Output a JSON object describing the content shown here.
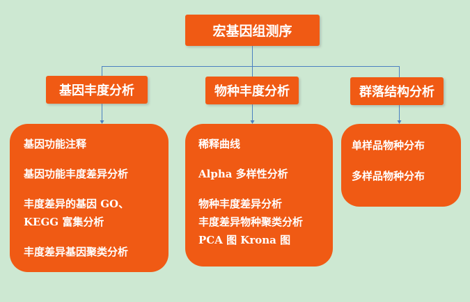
{
  "root": {
    "title": "宏基因组测序"
  },
  "branches": [
    {
      "title": "基因丰度分析",
      "items": [
        "基因功能注释",
        "基因功能丰度差异分析",
        "丰度差异的基因 GO、",
        "KEGG 富集分析",
        "丰度差异基因聚类分析"
      ]
    },
    {
      "title": "物种丰度分析",
      "items": [
        "稀释曲线",
        "Alpha 多样性分析",
        "物种丰度差异分析",
        "丰度差异物种聚类分析",
        "PCA 图 Krona 图"
      ]
    },
    {
      "title": "群落结构分析",
      "items": [
        "单样品物种分布",
        "多样品物种分布"
      ]
    }
  ],
  "colors": {
    "background": "#cde8d2",
    "box_fill": "#f05a14",
    "text": "#ffffff",
    "connector": "#4a7fc1"
  }
}
